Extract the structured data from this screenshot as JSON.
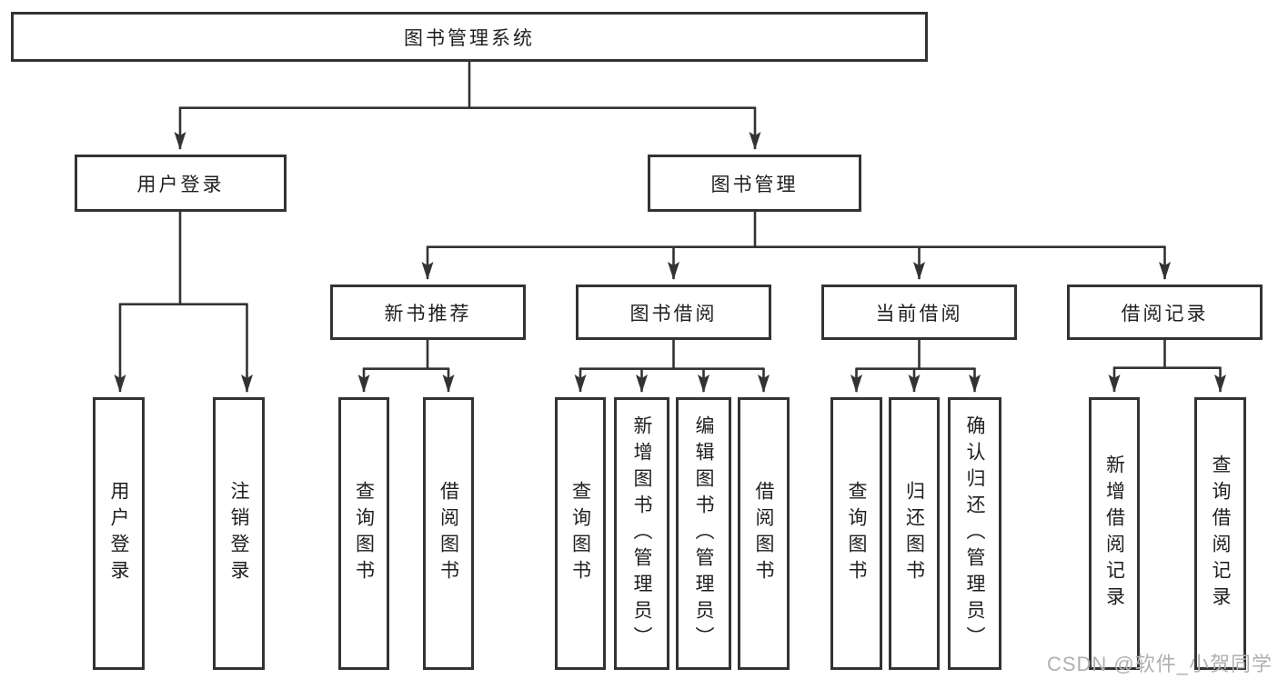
{
  "diagram": {
    "nodes": {
      "root": "图书管理系统",
      "user_login": "用户登录",
      "book_mgmt": "图书管理",
      "new_book_rec": "新书推荐",
      "book_borrow": "图书借阅",
      "current_borrow": "当前借阅",
      "borrow_record": "借阅记录"
    },
    "leaves": {
      "user_login": [
        "用户登录",
        "注销登录"
      ],
      "new_book_rec": [
        "查询图书",
        "借阅图书"
      ],
      "book_borrow": [
        "查询图书",
        "新增图书（管理员）",
        "编辑图书（管理员）",
        "借阅图书"
      ],
      "current_borrow": [
        "查询图书",
        "归还图书",
        "确认归还（管理员）"
      ],
      "borrow_record": [
        "新增借阅记录",
        "查询借阅记录"
      ]
    }
  },
  "watermark": "CSDN @软件_小贺同学",
  "colors": {
    "line": "#333333",
    "text": "#1f1f1f",
    "background": "#ffffff",
    "watermark": "#b0b0b0"
  }
}
